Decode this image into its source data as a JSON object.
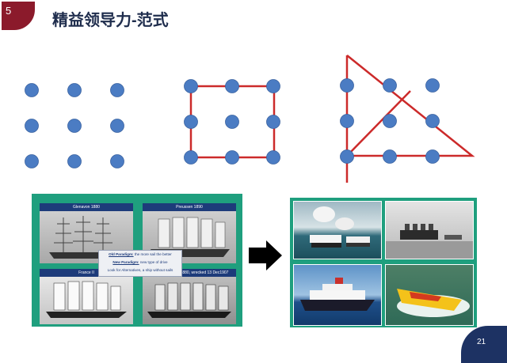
{
  "slide": {
    "number_badge": "5",
    "title": "精益领导力-范式",
    "page_number": "21"
  },
  "old_ships": [
    {
      "caption": "Glenavon 1880"
    },
    {
      "caption": "Preussen 1890"
    },
    {
      "caption": "France II"
    },
    {
      "caption": "Thomas Lawson 1880, wrecked 13 Dec1907"
    }
  ],
  "paradigm_box": {
    "old_label": "Old Paradigm:",
    "old_text": " the more sail the better",
    "new_label": "New Paradigm:",
    "new_text": " new type of drive",
    "alt_text": "Look for Alternatives, a ship without sails"
  },
  "colors": {
    "dot": "#4b7cc3",
    "line": "#cc2a2a",
    "badge": "#8b1a2b",
    "title": "#1f2d4d",
    "panel": "#1f9f7e",
    "footer": "#1d3263"
  },
  "icons": [
    "right-arrow-icon"
  ]
}
